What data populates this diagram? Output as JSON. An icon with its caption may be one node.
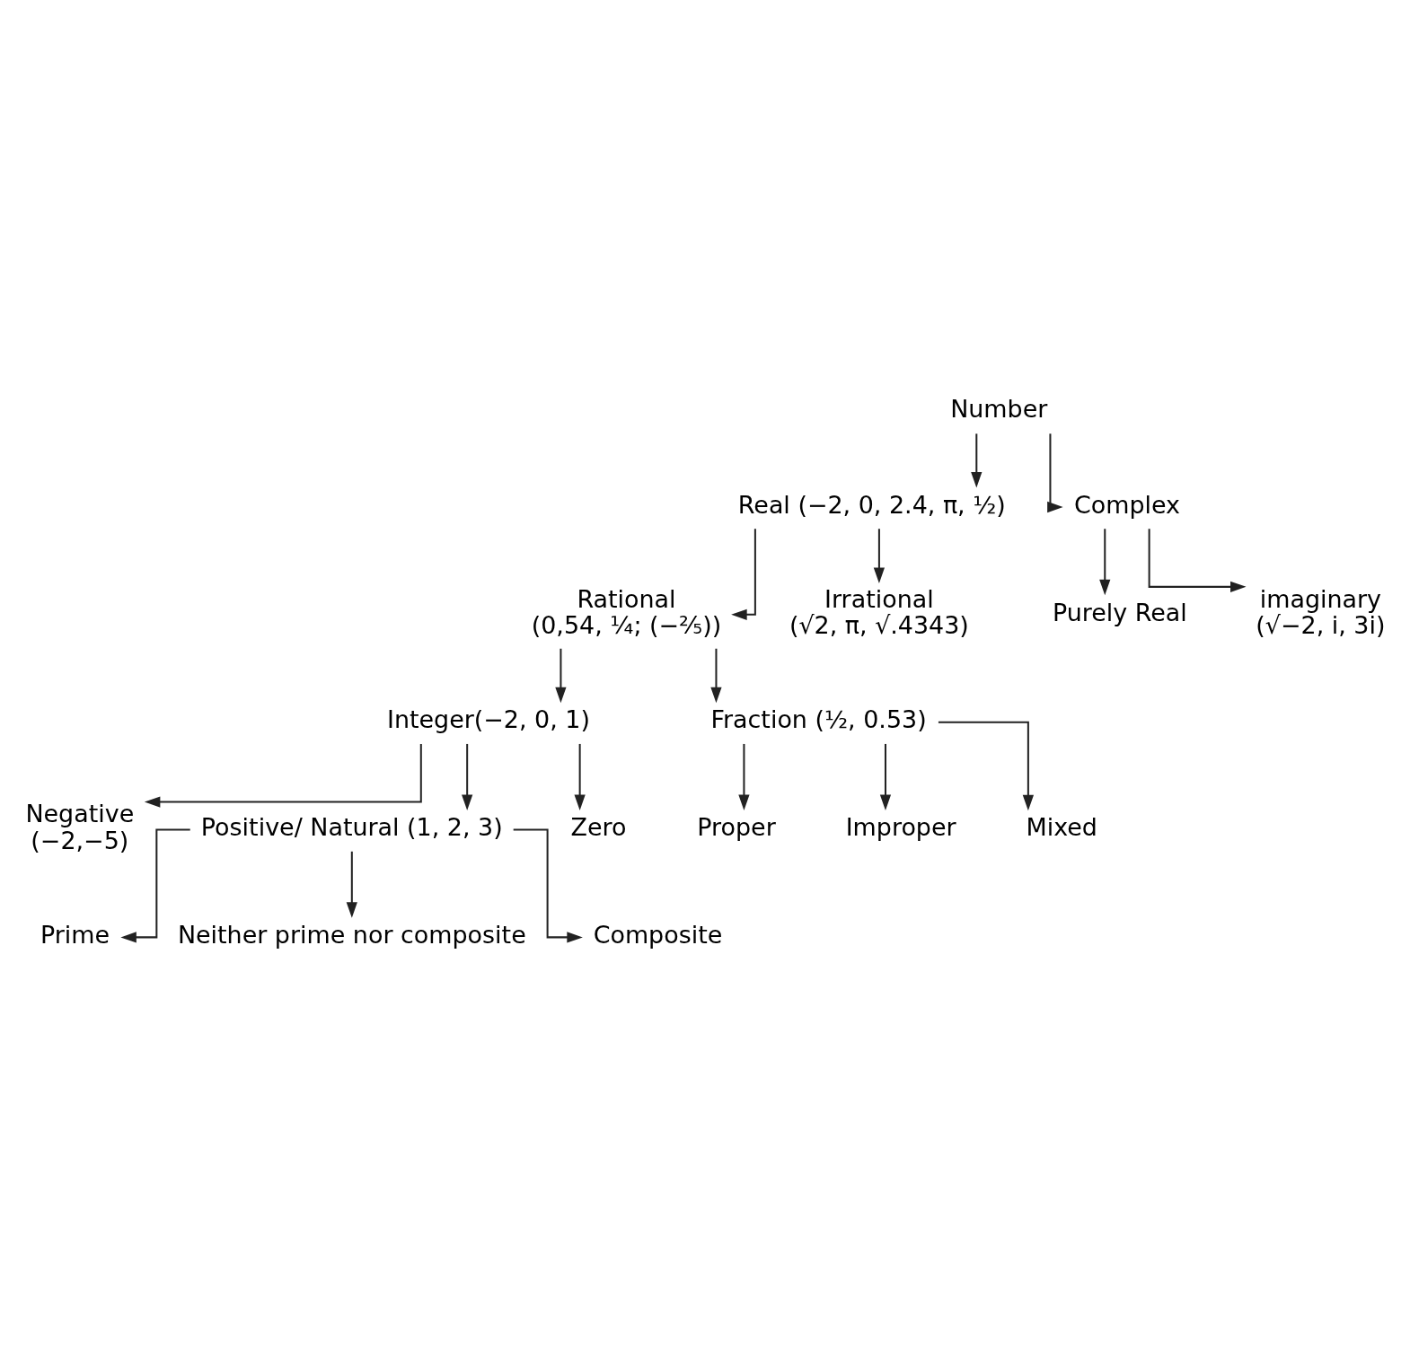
{
  "diagram": {
    "nodes": [
      {
        "text": [
          "Number"
        ]
      },
      {
        "text": [
          "Real (−2, 0, 2.4, π, ½)"
        ]
      },
      {
        "text": [
          "Complex"
        ]
      },
      {
        "text": [
          "Rational",
          "(0,54, ¼; (−⅖))"
        ]
      },
      {
        "text": [
          "Irrational",
          "(√2, π, √.4343)"
        ]
      },
      {
        "text": [
          "Purely Real"
        ]
      },
      {
        "text": [
          "imaginary",
          "(√−2, i, 3i)"
        ]
      },
      {
        "text": [
          "Integer(−2, 0, 1)"
        ]
      },
      {
        "text": [
          "Fraction (½, 0.53)"
        ]
      },
      {
        "text": [
          "Negative",
          "(−2,−5)"
        ]
      },
      {
        "text": [
          "Positive/ Natural (1, 2, 3)"
        ]
      },
      {
        "text": [
          "Zero"
        ]
      },
      {
        "text": [
          "Proper"
        ]
      },
      {
        "text": [
          "Improper"
        ]
      },
      {
        "text": [
          "Mixed"
        ]
      },
      {
        "text": [
          "Prime"
        ]
      },
      {
        "text": [
          "Neither prime nor composite"
        ]
      },
      {
        "text": [
          "Composite"
        ]
      }
    ],
    "edges": [
      {
        "from": 0,
        "to": 1,
        "arrow": "to"
      },
      {
        "from": 0,
        "to": 2,
        "arrow": "to"
      },
      {
        "from": 1,
        "to": 3,
        "arrow": "to"
      },
      {
        "from": 1,
        "to": 4,
        "arrow": "to"
      },
      {
        "from": 2,
        "to": 5,
        "arrow": "to"
      },
      {
        "from": 2,
        "to": 6,
        "arrow": "to"
      },
      {
        "from": 3,
        "to": 7,
        "arrow": "to"
      },
      {
        "from": 3,
        "to": 8,
        "arrow": "to"
      },
      {
        "from": 7,
        "to": 9,
        "arrow": "to"
      },
      {
        "from": 7,
        "to": 10,
        "arrow": "to"
      },
      {
        "from": 7,
        "to": 11,
        "arrow": "to"
      },
      {
        "from": 8,
        "to": 12,
        "arrow": "to"
      },
      {
        "from": 8,
        "to": 13,
        "arrow": "to"
      },
      {
        "from": 8,
        "to": 14,
        "arrow": "to"
      },
      {
        "from": 10,
        "to": 15,
        "arrow": "to"
      },
      {
        "from": 10,
        "to": 16,
        "arrow": "to"
      },
      {
        "from": 10,
        "to": 17,
        "arrow": "to"
      }
    ]
  }
}
